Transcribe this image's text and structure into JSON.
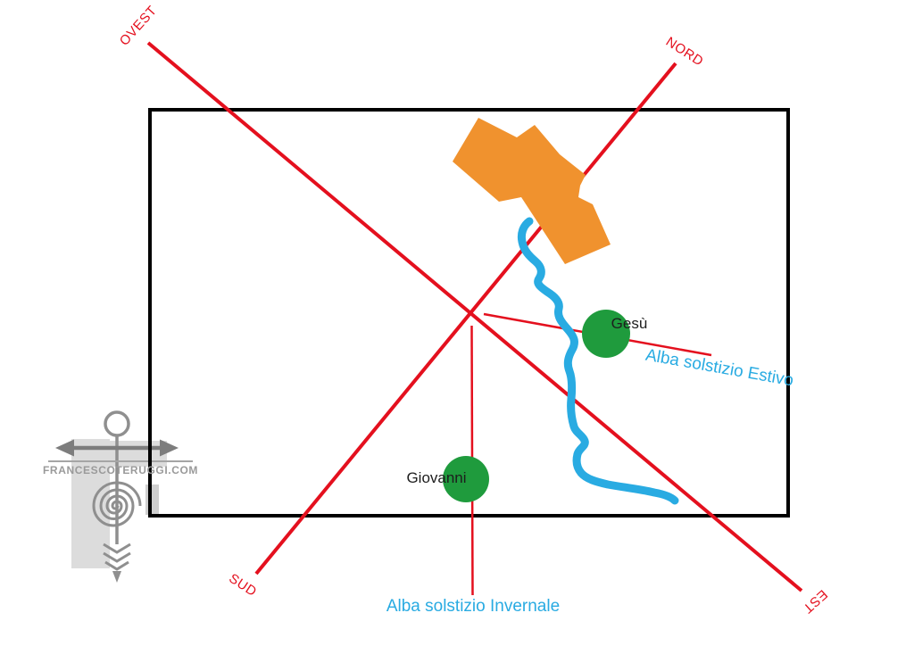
{
  "colors": {
    "red": "#e4101e",
    "blue": "#29abe2",
    "green": "#1f9b3d",
    "orange": "#f0922e",
    "gray": "#8f8f8f",
    "graydark": "#7d7d7d",
    "graylight": "#dcdcdc",
    "ink": "#1d1d1d"
  },
  "compass": {
    "ovest": "OVEST",
    "nord": "NORD",
    "sud": "SUD",
    "est": "EST"
  },
  "sites": {
    "gesu": "Gesù",
    "giovanni": "Giovanni"
  },
  "alignments": {
    "estivo": "Alba solstizio Estivo",
    "invernale": "Alba solstizio Invernale"
  },
  "watermark": {
    "text": "FRANCESCOTERUGGI.COM"
  }
}
